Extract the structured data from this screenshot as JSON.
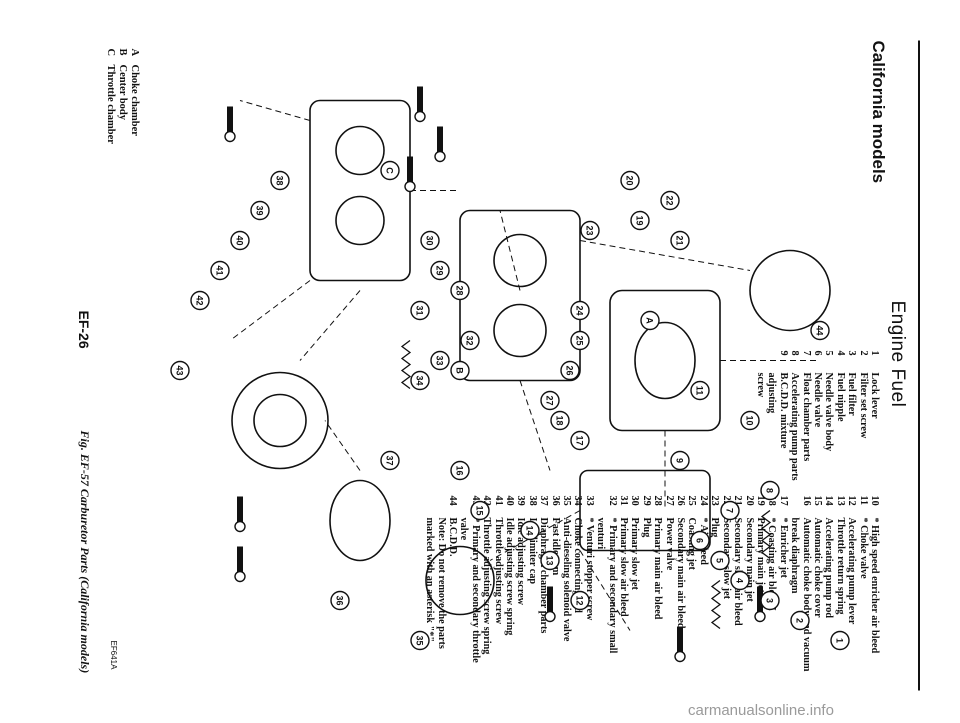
{
  "header": {
    "section": "California models",
    "title": "Engine Fuel"
  },
  "parts_list_col1": [
    {
      "num": "1",
      "label": "Lock lever"
    },
    {
      "num": "2",
      "label": "Filter set screw"
    },
    {
      "num": "3",
      "label": "Fuel filter"
    },
    {
      "num": "4",
      "label": "Fuel nipple"
    },
    {
      "num": "5",
      "label": "Needle valve body"
    },
    {
      "num": "6",
      "label": "Needle valve"
    },
    {
      "num": "7",
      "label": "Float chamber parts"
    },
    {
      "num": "8",
      "label": "Accelerating pump parts"
    },
    {
      "num": "9",
      "label": "B.C.D.D. mixture adjusting"
    },
    {
      "num": "",
      "label": "screw"
    }
  ],
  "parts_list_col2": [
    {
      "num": "10",
      "label": "* High speed enricher air bleed"
    },
    {
      "num": "11",
      "label": "* Choke valve"
    },
    {
      "num": "12",
      "label": "Accelerating pump lever"
    },
    {
      "num": "13",
      "label": "Throttle return spring"
    },
    {
      "num": "14",
      "label": "Accelerating pump rod"
    },
    {
      "num": "15",
      "label": "Automatic choke cover"
    },
    {
      "num": "16",
      "label": "Automatic choke body and vacuum"
    },
    {
      "num": "",
      "label": "break diaphragm"
    },
    {
      "num": "17",
      "label": "* Enricher jet"
    },
    {
      "num": "18",
      "label": "* Coasting air bleed I"
    },
    {
      "num": "19",
      "label": "Primary main jet"
    },
    {
      "num": "20",
      "label": "Secondary main jet"
    },
    {
      "num": "21",
      "label": "Secondary slow air bleed"
    },
    {
      "num": "22",
      "label": "Secondary slow jet"
    },
    {
      "num": "23",
      "label": "Plug"
    },
    {
      "num": "24",
      "label": "* Air bleed"
    },
    {
      "num": "25",
      "label": "Coasting jet"
    },
    {
      "num": "26",
      "label": "Secondary main air bleed"
    },
    {
      "num": "27",
      "label": "Power valve"
    },
    {
      "num": "28",
      "label": "Primary main air bleed"
    },
    {
      "num": "29",
      "label": "Plug"
    },
    {
      "num": "30",
      "label": "Primary slow jet"
    },
    {
      "num": "31",
      "label": "Primary slow air bleed"
    },
    {
      "num": "32",
      "label": "* Primary and secondary small"
    },
    {
      "num": "",
      "label": "venturi"
    },
    {
      "num": "33",
      "label": "* Venturi stopper screw"
    },
    {
      "num": "34",
      "label": "Choke connecting rod"
    },
    {
      "num": "35",
      "label": "Anti-dieseling solenoid valve"
    },
    {
      "num": "36",
      "label": "Fast idle cam"
    },
    {
      "num": "37",
      "label": "Diaphragm chamber parts"
    },
    {
      "num": "38",
      "label": "Idle limiter cap"
    },
    {
      "num": "39",
      "label": "Idle adjusting screw"
    },
    {
      "num": "40",
      "label": "Idle adjusting screw spring"
    },
    {
      "num": "41",
      "label": "Throttle adjusting screw"
    },
    {
      "num": "42",
      "label": "Throttle adjusting screw spring"
    },
    {
      "num": "43",
      "label": "* Primary and secondary throttle"
    },
    {
      "num": "",
      "label": "valve"
    },
    {
      "num": "44",
      "label": "B.C.D.D."
    },
    {
      "num": "",
      "label": "Note: Do not remove the parts"
    },
    {
      "num": "",
      "label": "marked with an asterisk \"*\"."
    }
  ],
  "legend": [
    {
      "key": "A",
      "label": "Choke chamber"
    },
    {
      "key": "B",
      "label": "Center body"
    },
    {
      "key": "C",
      "label": "Throttle chamber"
    }
  ],
  "diagram_callouts": [
    "1",
    "2",
    "3",
    "4",
    "5",
    "6",
    "7",
    "8",
    "9",
    "10",
    "11",
    "12",
    "13",
    "14",
    "15",
    "16",
    "17",
    "18",
    "19",
    "20",
    "21",
    "22",
    "23",
    "24",
    "25",
    "26",
    "27",
    "28",
    "29",
    "30",
    "31",
    "32",
    "33",
    "34",
    "35",
    "36",
    "37",
    "38",
    "39",
    "40",
    "41",
    "42",
    "43",
    "44",
    "A",
    "B",
    "C"
  ],
  "page_number": "EF-26",
  "figure_caption": "Fig. EF-57 Carburetor Parts (California models)",
  "figure_code": "EF641A",
  "watermark": "carmanualsonline.info"
}
